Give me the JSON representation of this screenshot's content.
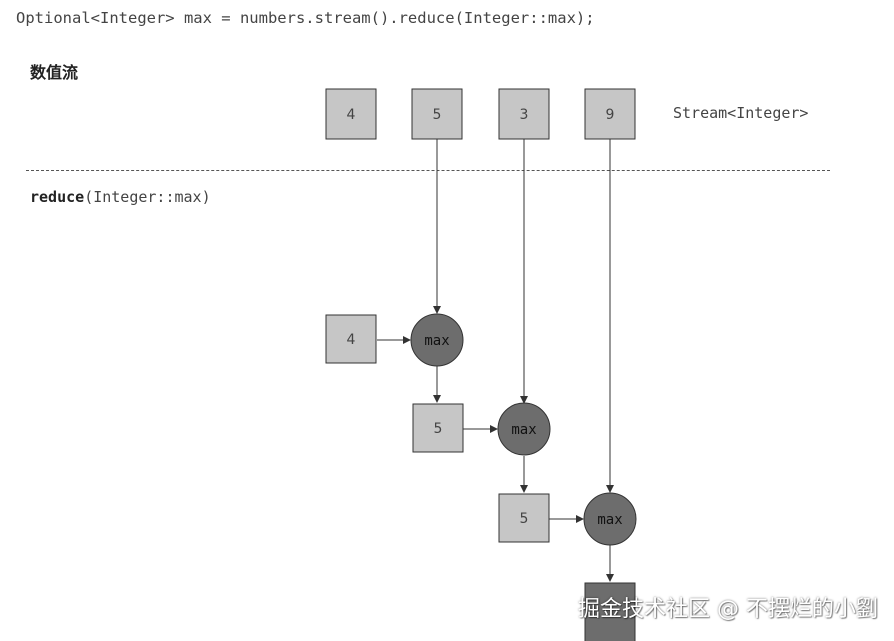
{
  "code_line": "Optional<Integer> max = numbers.stream().reduce(Integer::max);",
  "section_title": "数值流",
  "stream_type_label": "Stream<Integer>",
  "operation": {
    "method": "reduce",
    "argument": "(Integer::max)"
  },
  "stream_values": [
    "4",
    "5",
    "3",
    "9"
  ],
  "initial_value": "4",
  "function_label": "max",
  "intermediate_results": [
    "5",
    "5"
  ],
  "watermark": "掘金技术社区 @ 不摆烂的小劉",
  "colors": {
    "box_light": "#c6c6c6",
    "node_dark": "#6d6d6d",
    "stroke": "#333333"
  }
}
